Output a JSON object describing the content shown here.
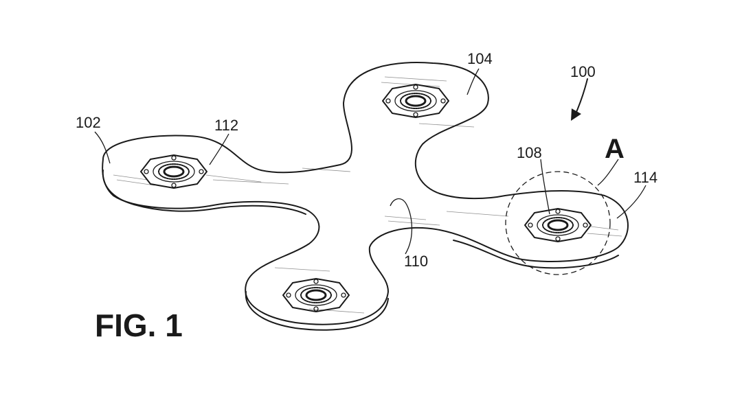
{
  "figure": {
    "caption": "FIG. 1",
    "detail_letter": "A",
    "labels": {
      "ref_100": "100",
      "ref_102": "102",
      "ref_104": "104",
      "ref_108": "108",
      "ref_110": "110",
      "ref_112": "112",
      "ref_114": "114"
    }
  },
  "colors": {
    "ink": "#1a1a1a",
    "background": "#ffffff"
  }
}
